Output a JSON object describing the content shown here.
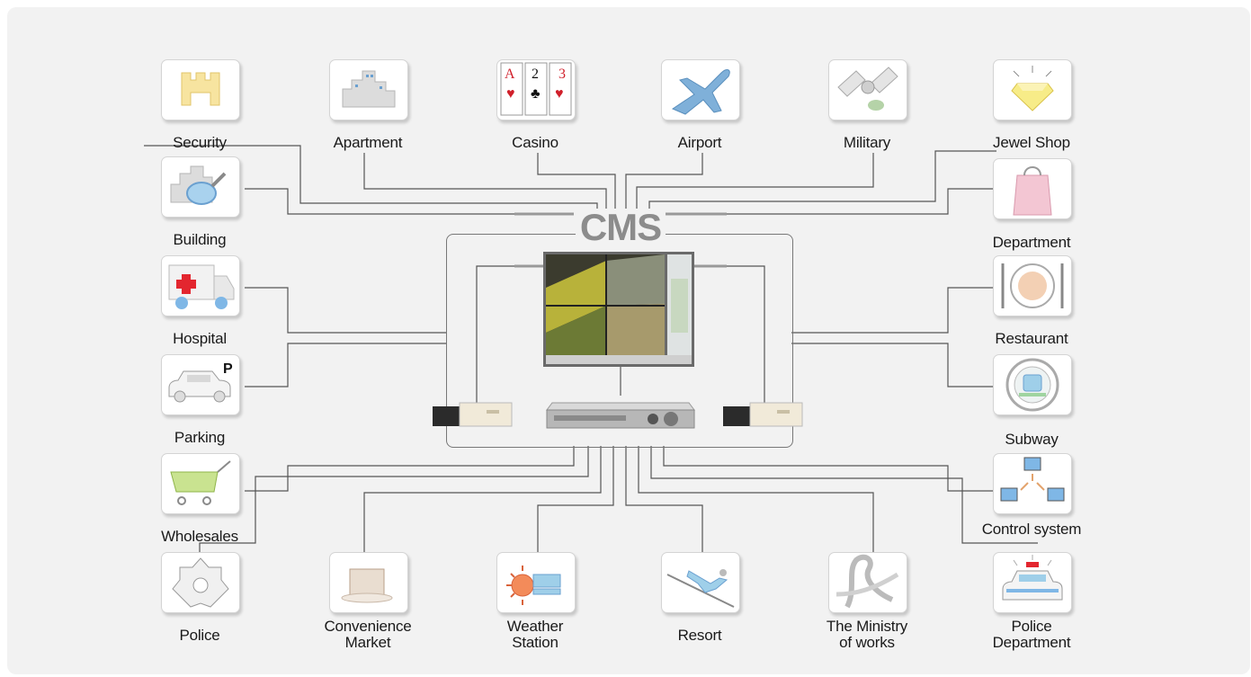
{
  "diagram": {
    "center": {
      "title": "CMS",
      "devices": [
        "monitor",
        "dvr",
        "camera-left",
        "camera-right"
      ]
    },
    "nodes": [
      {
        "id": "security",
        "label": "Security",
        "icon": "security-icon"
      },
      {
        "id": "apartment",
        "label": "Apartment",
        "icon": "apartment-icon"
      },
      {
        "id": "casino",
        "label": "Casino",
        "icon": "casino-icon",
        "cards": [
          "A",
          "2",
          "3"
        ]
      },
      {
        "id": "airport",
        "label": "Airport",
        "icon": "airplane-icon"
      },
      {
        "id": "military",
        "label": "Military",
        "icon": "satellite-icon"
      },
      {
        "id": "jewel-shop",
        "label": "Jewel Shop",
        "icon": "diamond-icon"
      },
      {
        "id": "building",
        "label": "Building",
        "icon": "building-icon"
      },
      {
        "id": "department",
        "label": "Department",
        "icon": "shopping-bag-icon"
      },
      {
        "id": "hospital",
        "label": "Hospital",
        "icon": "ambulance-icon"
      },
      {
        "id": "restaurant",
        "label": "Restaurant",
        "icon": "plate-cutlery-icon"
      },
      {
        "id": "parking",
        "label": "Parking",
        "icon": "parking-car-icon",
        "badge": "P"
      },
      {
        "id": "subway",
        "label": "Subway",
        "icon": "subway-icon"
      },
      {
        "id": "wholesales",
        "label": "Wholesales",
        "icon": "shopping-cart-icon"
      },
      {
        "id": "control-system",
        "label": "Control system",
        "icon": "network-computers-icon"
      },
      {
        "id": "police",
        "label": "Police",
        "icon": "police-badge-icon"
      },
      {
        "id": "convenience-market",
        "label": "Convenience Market",
        "lines": [
          "Convenience",
          "Market"
        ],
        "icon": "store-icon"
      },
      {
        "id": "weather-station",
        "label": "Weather Station",
        "lines": [
          "Weather",
          "Station"
        ],
        "icon": "weather-icon"
      },
      {
        "id": "resort",
        "label": "Resort",
        "icon": "skier-icon"
      },
      {
        "id": "ministry-of-works",
        "label": "The Ministry of works",
        "lines": [
          "The Ministry",
          "of works"
        ],
        "icon": "road-interchange-icon"
      },
      {
        "id": "police-department",
        "label": "Police Department",
        "lines": [
          "Police",
          "Department"
        ],
        "icon": "police-car-icon"
      }
    ],
    "colors": {
      "background": "#f2f2f2",
      "line": "#555555",
      "title": "#8c8c8c"
    }
  }
}
